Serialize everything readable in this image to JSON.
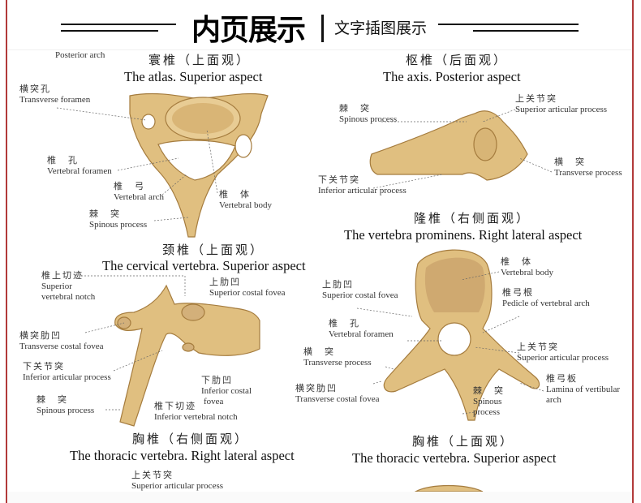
{
  "header": {
    "title": "内页展示",
    "subtitle": "文字插图展示"
  },
  "atlas": {
    "title_cn": "寰椎（上面观）",
    "title_en": "The atlas. Superior aspect",
    "labels": [
      {
        "en": "Posterior arch"
      },
      {
        "cn": "横突孔",
        "en": "Transverse foramen"
      },
      {
        "cn": "椎　孔",
        "en": "Vertebral foramen"
      },
      {
        "cn": "椎　弓",
        "en": "Vertebral arch"
      },
      {
        "cn": "椎　体",
        "en": "Vertebral body"
      },
      {
        "cn": "棘　突",
        "en": "Spinous process"
      }
    ]
  },
  "cervical": {
    "title_cn": "颈椎（上面观）",
    "title_en": "The cervical vertebra. Superior aspect"
  },
  "axis": {
    "title_cn": "枢椎（后面观）",
    "title_en": "The axis. Posterior aspect",
    "labels": [
      {
        "cn": "棘　突",
        "en": "Spinous process"
      },
      {
        "cn": "上关节突",
        "en": "Superior articular process"
      },
      {
        "cn": "横　突",
        "en": "Transverse process"
      },
      {
        "cn": "下关节突",
        "en": "Inferior articular process"
      }
    ]
  },
  "prominens": {
    "title_cn": "隆椎（右侧面观）",
    "title_en": "The vertebra prominens. Right lateral aspect"
  },
  "thoracic_lateral": {
    "title_cn": "胸椎（右侧面观）",
    "title_en": "The thoracic vertebra. Right lateral aspect",
    "labels": [
      {
        "cn": "椎上切迹",
        "en": "Superior",
        "en2": "vertebral notch"
      },
      {
        "cn": "上肋凹",
        "en": "Superior costal fovea"
      },
      {
        "cn": "横突肋凹",
        "en": "Transverse costal fovea"
      },
      {
        "cn": "下关节突",
        "en": "Inferior articular process"
      },
      {
        "cn": "棘　突",
        "en": "Spinous process"
      },
      {
        "cn": "下肋凹",
        "en": "Inferior costal",
        "en2": "fovea"
      },
      {
        "cn": "椎下切迹",
        "en": "Inferior vertebral notch"
      },
      {
        "cn": "上关节突",
        "en": "Superior articular process"
      }
    ]
  },
  "thoracic_superior": {
    "title_cn": "胸椎（上面观）",
    "title_en": "The thoracic vertebra. Superior aspect",
    "labels": [
      {
        "cn": "上肋凹",
        "en": "Superior costal fovea"
      },
      {
        "cn": "椎　体",
        "en": "Vertebral body"
      },
      {
        "cn": "椎弓根",
        "en": "Pedicle of vertebral arch"
      },
      {
        "cn": "椎　孔",
        "en": "Vertebral foramen"
      },
      {
        "cn": "横　突",
        "en": "Transverse process"
      },
      {
        "cn": "上关节突",
        "en": "Superior articular process"
      },
      {
        "cn": "横突肋凹",
        "en": "Transverse costal fovea"
      },
      {
        "cn": "椎弓板",
        "en": "Lamina of vertibular",
        "en2": "arch"
      },
      {
        "cn": "棘　突",
        "en": "Spinous",
        "en2": "process"
      }
    ]
  },
  "colors": {
    "bone": "#e0bf80",
    "bone_dark": "#b58a4a",
    "frame": "#b23a3a"
  }
}
